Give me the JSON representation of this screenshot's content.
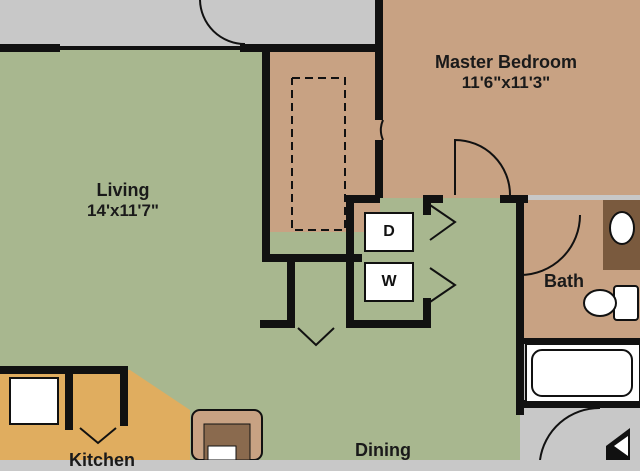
{
  "rooms": {
    "master_bedroom": {
      "name": "Master Bedroom",
      "dims": "11'6\"x11'3\""
    },
    "living": {
      "name": "Living",
      "dims": "14'x11'7\""
    },
    "bath": {
      "name": "Bath"
    },
    "kitchen": {
      "name": "Kitchen"
    },
    "dining": {
      "name": "Dining"
    }
  },
  "appliances": {
    "dryer": "D",
    "washer": "W"
  },
  "colors": {
    "living_floor": "#a8b78f",
    "bedroom_floor": "#c8a283",
    "kitchen_floor": "#e0ad5f",
    "outdoor_gray": "#c8c8c8",
    "wall": "#111111"
  }
}
